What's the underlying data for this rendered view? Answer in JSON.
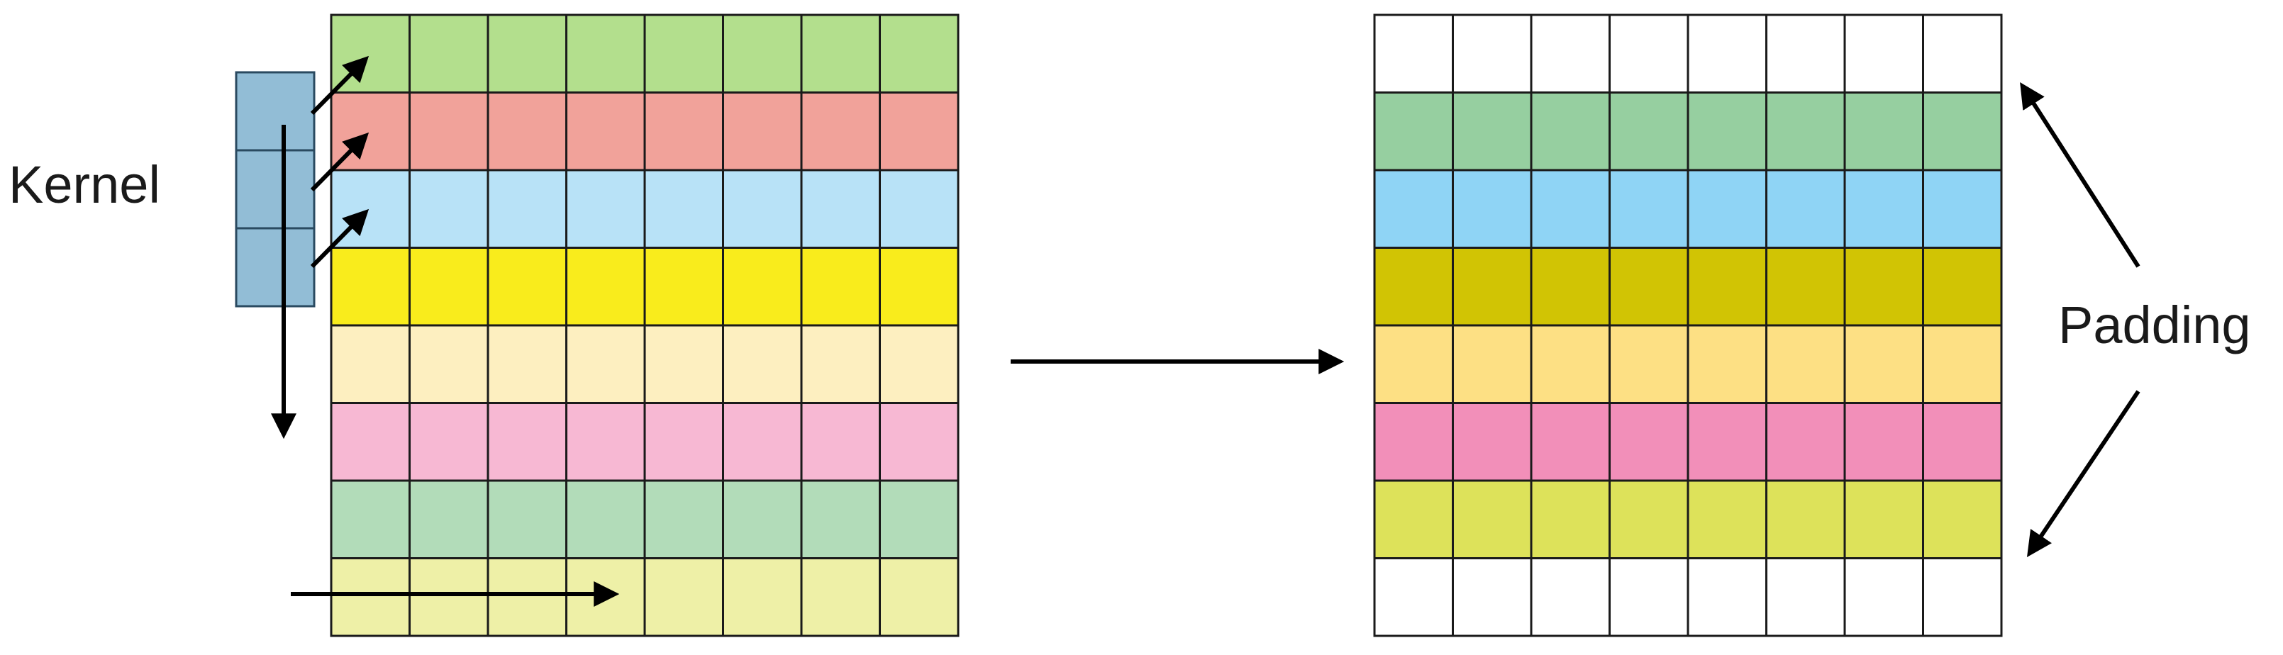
{
  "labels": {
    "kernel": "Kernel",
    "padding": "Padding"
  },
  "input_grid": {
    "rows": 8,
    "cols": 8,
    "row_colors": [
      "#b3df8d",
      "#f1a29a",
      "#b8e2f7",
      "#f9ec1c",
      "#fdefc0",
      "#f7b8d3",
      "#b2dcb9",
      "#eef0a7"
    ]
  },
  "output_grid": {
    "rows": 8,
    "cols": 8,
    "row_colors": [
      "#ffffff",
      "#96cfa0",
      "#8fd4f5",
      "#d1c404",
      "#fde084",
      "#f28fb9",
      "#dde25a",
      "#ffffff"
    ]
  },
  "kernel": {
    "cells": 3,
    "color": "#92bdd6"
  },
  "colors": {
    "grid_line": "#1a1a1a",
    "arrow": "#000000",
    "kernel_border": "#2a4a60"
  }
}
